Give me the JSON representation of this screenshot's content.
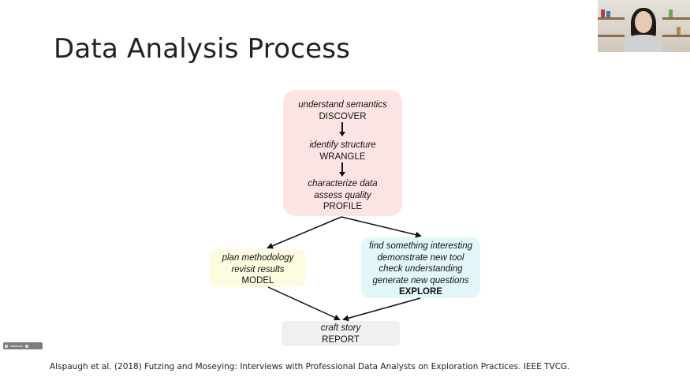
{
  "slide": {
    "title": "Data Analysis Process",
    "citation": "Alspaugh et al. (2018) Futzing and Moseying: Interviews with Professional Data Analysts on Exploration Practices. IEEE TVCG."
  },
  "diagram": {
    "discover": {
      "activity": "understand semantics",
      "stage": "DISCOVER"
    },
    "wrangle": {
      "activity": "identify structure",
      "stage": "WRANGLE"
    },
    "profile": {
      "activity_1": "characterize data",
      "activity_2": "assess quality",
      "stage": "PROFILE"
    },
    "model": {
      "activity_1": "plan methodology",
      "activity_2": "revisit results",
      "stage": "MODEL"
    },
    "explore": {
      "activity_1": "find something interesting",
      "activity_2": "demonstrate new tool",
      "activity_3": "check understanding",
      "activity_4": "generate new questions",
      "stage": "EXPLORE"
    },
    "report": {
      "activity": "craft story",
      "stage": "REPORT"
    }
  },
  "colors": {
    "top_box": "#fde4e4",
    "model_box": "#fdfbe0",
    "explore_box": "#e3f7fa",
    "report_box": "#f0f0f3"
  }
}
